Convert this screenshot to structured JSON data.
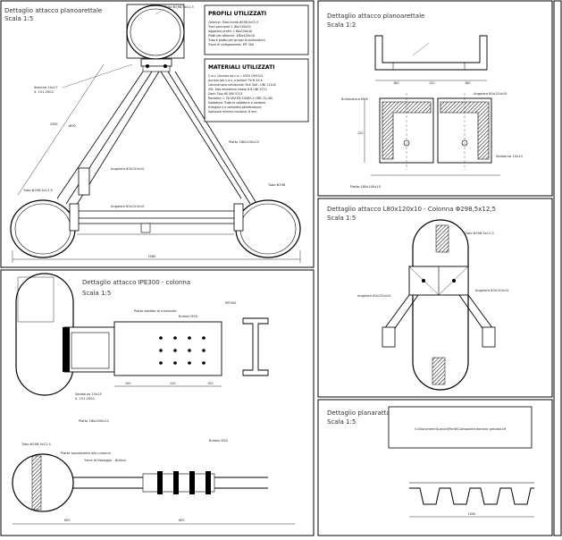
{
  "panels": {
    "p1": {
      "title": "Dettaglio attacco planoarettale",
      "scale": "Scala 1:5"
    },
    "p2": {
      "title": "Dettaglio attacco planoarettale",
      "scale": "Scala 1:2"
    },
    "p3": {
      "title": "Dettaglio attacco L80x120x10 - Colonna Φ298,5x12,5",
      "scale": "Scala 1:5"
    },
    "p4": {
      "title": "Dettaglio attacco IPE300 - colonna",
      "scale": "Scala 1:5"
    },
    "p5": {
      "title": "Dettaglio planarattalo",
      "scale": "Scala 1:5"
    }
  },
  "profili": {
    "title": "PROFILI UTILIZZATI",
    "lines": [
      "Colonne: Tubo tondo Φ298,5x12,5",
      "Travi principali: L 80x120x10",
      "Aggancio profili: L 80x120x10",
      "Piatti per attacchi: 180x100x10",
      "Tubo e piatto per gruppi di bullonatura",
      "Trave di collegamento: IPE 300"
    ]
  },
  "materiali": {
    "title": "MATERIALI UTILIZZATI",
    "lines": [
      "C.a.s. (Acciaio da c.a.): S355 (Fe510)",
      "Acciaio per c.a.s. e bulloni: Fe B 44 k",
      "Calcestruzzo strutturale: Rck 300 - UNI 11104",
      "Viti: Alta resistenza classe 8.8 UNI 5712",
      "Dadi: Tipo 6S UNI 5713",
      "Rondelle: C 50 UNI EN 10083-1 (HRC 32-40)",
      "Saldature: Tutte le saldature a cordone",
      "  d'angolo e a completa penetrazione",
      "Spessore minimo cordone: 6 mm"
    ]
  },
  "labels": {
    "tubo_top": "Tubo Φ298,5x12,5",
    "sezione_left": "Sezione 15x17",
    "sezione_sub": "S. 151-2002",
    "angolare_mid": "Angolare 80x120x10",
    "angolare_bottom": "Angolare 80x120x10",
    "piatto_right": "Piatto 180x100x10",
    "tubo_left": "Tubo Φ298,5x12,5",
    "tubo_right": "Tubo Φ298",
    "p2_label_a": "Bullonatura M16",
    "p2_label_b": "Angolare 80x120x10",
    "p2_label_c": "Saldatura 10x10",
    "p2_label_d": "Piatto 180x100x10",
    "p3_tubo": "Tubo Φ298,5x12,5",
    "p3_ang_left": "Angolare 80x120x10",
    "p3_ang_right": "Angolare 80x120x10",
    "p4_piatto": "Piatto saldato al montante",
    "p4_ipe": "IPE300",
    "p4_bull": "Bulloni M20",
    "p4_piatto_b": "Piatto 180x300x12",
    "p4_tubo": "Tubo Φ298,5x12,5",
    "p4_saldatura": "Saldatura 15x15",
    "p4_saldatura_sub": "S. 151-2002",
    "p4_piatto_sx": "Piatto soprastante alla colonna",
    "p4_trave": "Trave di fissaggio - Bulloni",
    "p4_bulloni_b": "Bulloni M20",
    "p5_box": "G:\\Documenti\\Lavori\\Ponti\\Campanile\\lamiera grecata.tif"
  },
  "dims": {
    "p1_total": "2080",
    "p1_height": "1800",
    "p1_diag": "2082",
    "p2_w1": "180",
    "p2_w2": "120",
    "p2_w3": "180",
    "p2_h": "120",
    "p4_w1": "100",
    "p4_w2": "220",
    "p4_w3": "100",
    "p4_bottom": "600",
    "p4_bottom2": "600",
    "p5_w": "1000"
  }
}
